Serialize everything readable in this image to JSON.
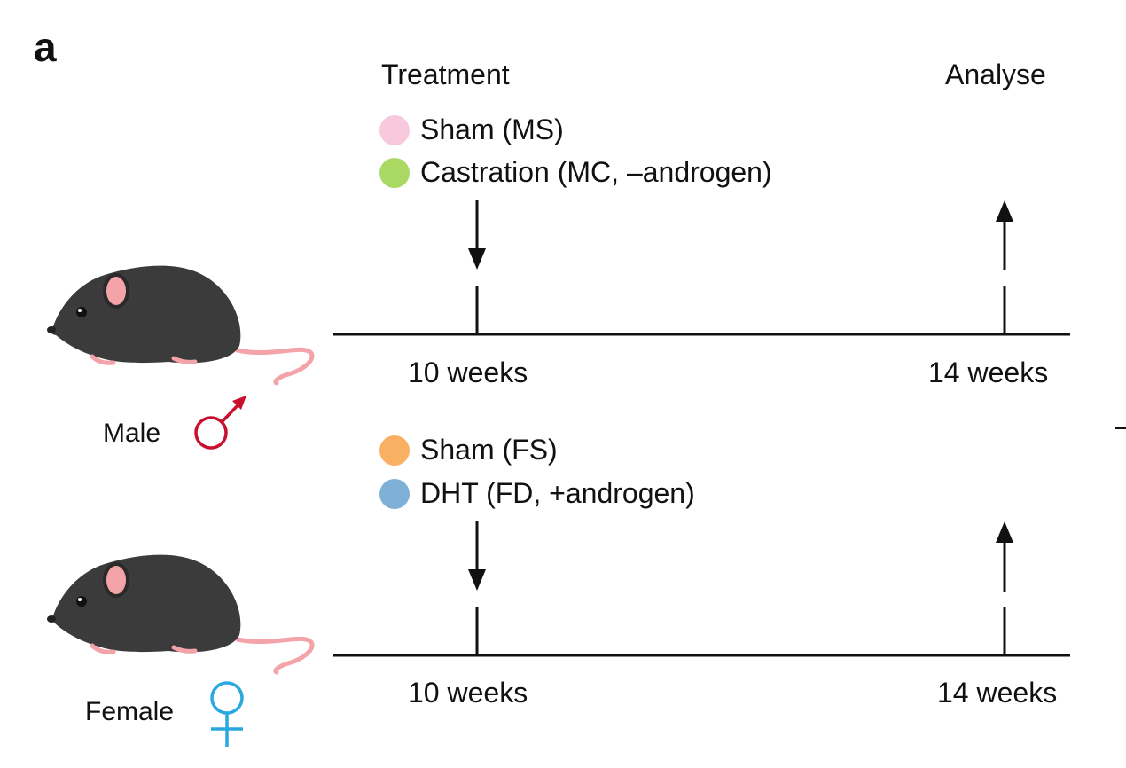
{
  "panel_letter": "a",
  "headers": {
    "treatment": "Treatment",
    "analyse": "Analyse"
  },
  "male": {
    "label": "Male",
    "symbol_color": "#c8102e",
    "groups": [
      {
        "label": "Sham (MS)",
        "color": "#f8c8dc"
      },
      {
        "label": "Castration (MC, –androgen)",
        "color": "#a9d962"
      }
    ],
    "ticks": {
      "start": "10 weeks",
      "end": "14 weeks"
    }
  },
  "female": {
    "label": "Female",
    "symbol_color": "#29a8e0",
    "groups": [
      {
        "label": "Sham (FS)",
        "color": "#f9b062"
      },
      {
        "label": "DHT (FD, +androgen)",
        "color": "#7fb0d6"
      }
    ],
    "ticks": {
      "start": "10 weeks",
      "end": "14 weeks"
    }
  },
  "icons": {
    "mouse": "mouse-icon",
    "male_symbol": "male-symbol-icon",
    "female_symbol": "female-symbol-icon",
    "treatment_arrow": "down-arrow-icon",
    "analyse_arrow": "up-arrow-icon"
  },
  "colors": {
    "mouse_body": "#3b3b3b",
    "mouse_ear": "#f4a3a8",
    "mouse_tail": "#f4a3a8",
    "line": "#111111"
  }
}
